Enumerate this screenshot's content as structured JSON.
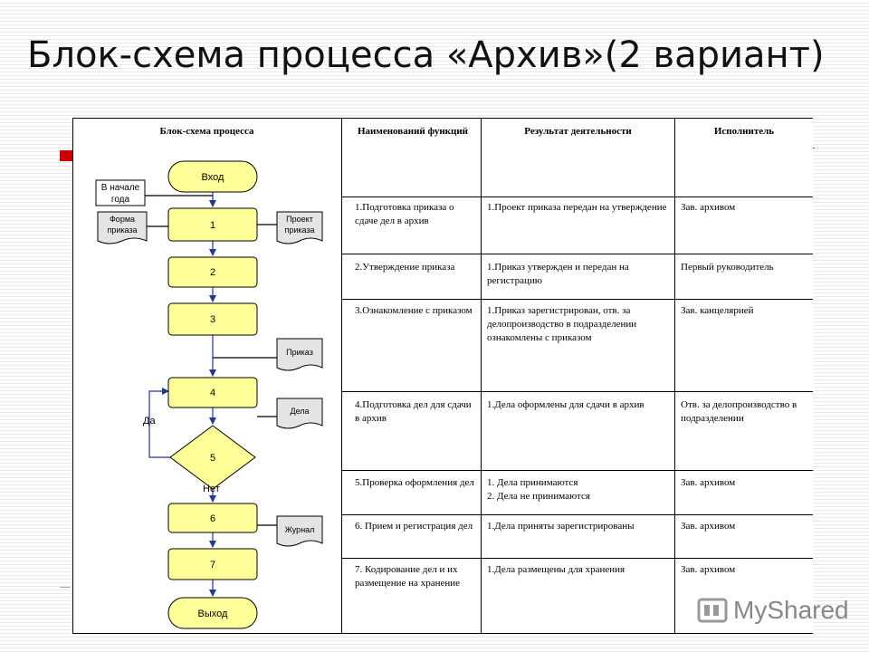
{
  "title": "Блок-схема процесса «Архив»(2 вариант)",
  "table": {
    "headers": [
      "Блок-схема процесса",
      "Наименований функций",
      "Результат деятельности",
      "Исполнитель"
    ],
    "rows": [
      {
        "func": "1.Подготовка приказа о сдаче дел в архив",
        "result": "1.Проект приказа передан на утверждение",
        "executor": "Зав. архивом"
      },
      {
        "func": "2.Утверждение приказа",
        "result": "1.Приказ утвержден и передан на регистрацию",
        "executor": "Первый руководитель"
      },
      {
        "func": "3.Ознакомление с приказом",
        "result": "1.Приказ зарегистрирован, отв. за делопроизводство в подразделении ознакомлены с приказом",
        "executor": "Зав. канцелярией"
      },
      {
        "func": "4.Подготовка дел для сдачи в архив",
        "result": "1.Дела оформлены для сдачи в архив",
        "executor": "Отв. за делопроизводство в подразделении"
      },
      {
        "func": "5.Проверка оформления дел",
        "result": "1. Дела принимаются\n2. Дела не принимаются",
        "executor": "Зав. архивом"
      },
      {
        "func": "6. Прием и регистрация дел",
        "result": "1.Дела приняты зарегистрированы",
        "executor": "Зав. архивом"
      },
      {
        "func": "7. Кодирование дел и их размещение на хранение",
        "result": "1.Дела размещены для хранения",
        "executor": "Зав. архивом"
      }
    ]
  },
  "flowchart": {
    "start": "Вход",
    "end": "Выход",
    "note": [
      "В начале",
      "года"
    ],
    "blocks": [
      "1",
      "2",
      "3",
      "4",
      "5",
      "6",
      "7"
    ],
    "docs": {
      "form": [
        "Форма",
        "приказа"
      ],
      "draft": [
        "Проект",
        "приказа"
      ],
      "order": "Приказ",
      "cases": "Дела",
      "journal": "Журнал"
    },
    "yes": "Да",
    "no": "Нет"
  },
  "logo": {
    "text": "MyShared"
  },
  "colors": {
    "block_fill": "#ffff99",
    "doc_fill": "#e4e4e4",
    "arrow": "#1f3a8f",
    "accent": "#cc0000"
  }
}
